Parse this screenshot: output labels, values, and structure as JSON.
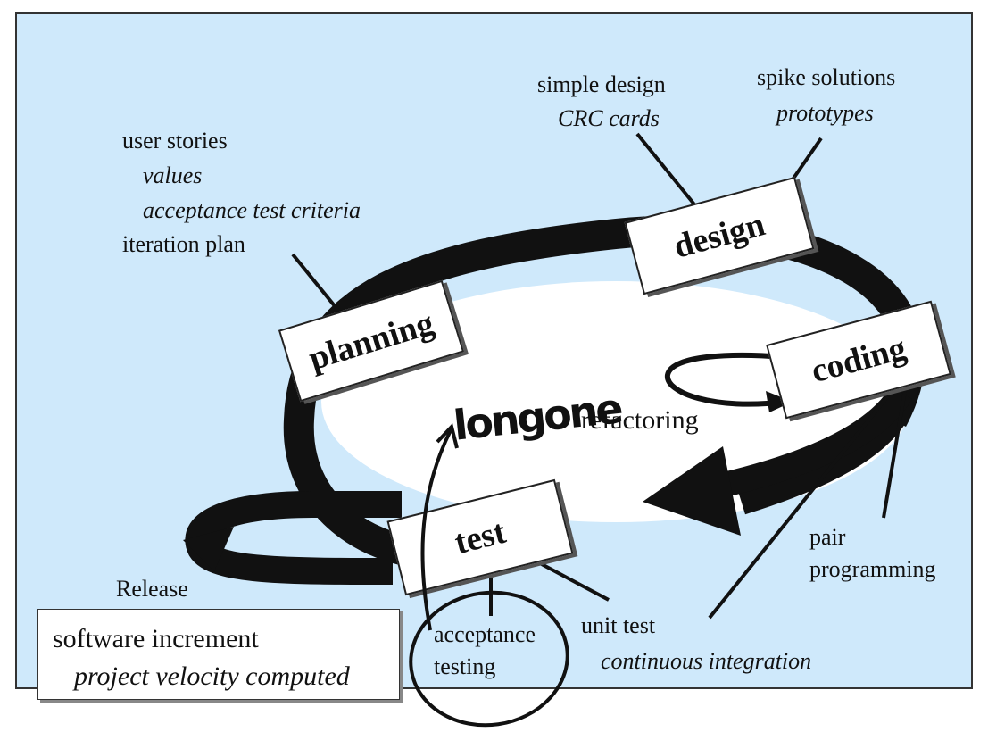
{
  "diagram": {
    "phases": {
      "planning": "planning",
      "design": "design",
      "coding": "coding",
      "test": "test"
    },
    "planning_notes": {
      "line1": "user stories",
      "line2": "values",
      "line3": "acceptance  test  criteria",
      "line4": "iteration plan"
    },
    "design_notes": {
      "line1": "simple  design",
      "line2": "CRC  cards"
    },
    "spike_notes": {
      "line1": "spike  solutions",
      "line2": "prototypes"
    },
    "refactoring": "refactoring",
    "pair": {
      "line1": "pair",
      "line2": "programming"
    },
    "unit": {
      "line1": "unit test",
      "line2": "continuous  integration"
    },
    "acceptance": {
      "line1": "acceptance",
      "line2": "testing"
    },
    "release": "Release",
    "increment": {
      "line1": "software increment",
      "line2": "project velocity computed"
    },
    "handwritten": "longone"
  },
  "colors": {
    "background": "#cfe9fb",
    "loop": "#111111",
    "card": "#ffffff"
  }
}
